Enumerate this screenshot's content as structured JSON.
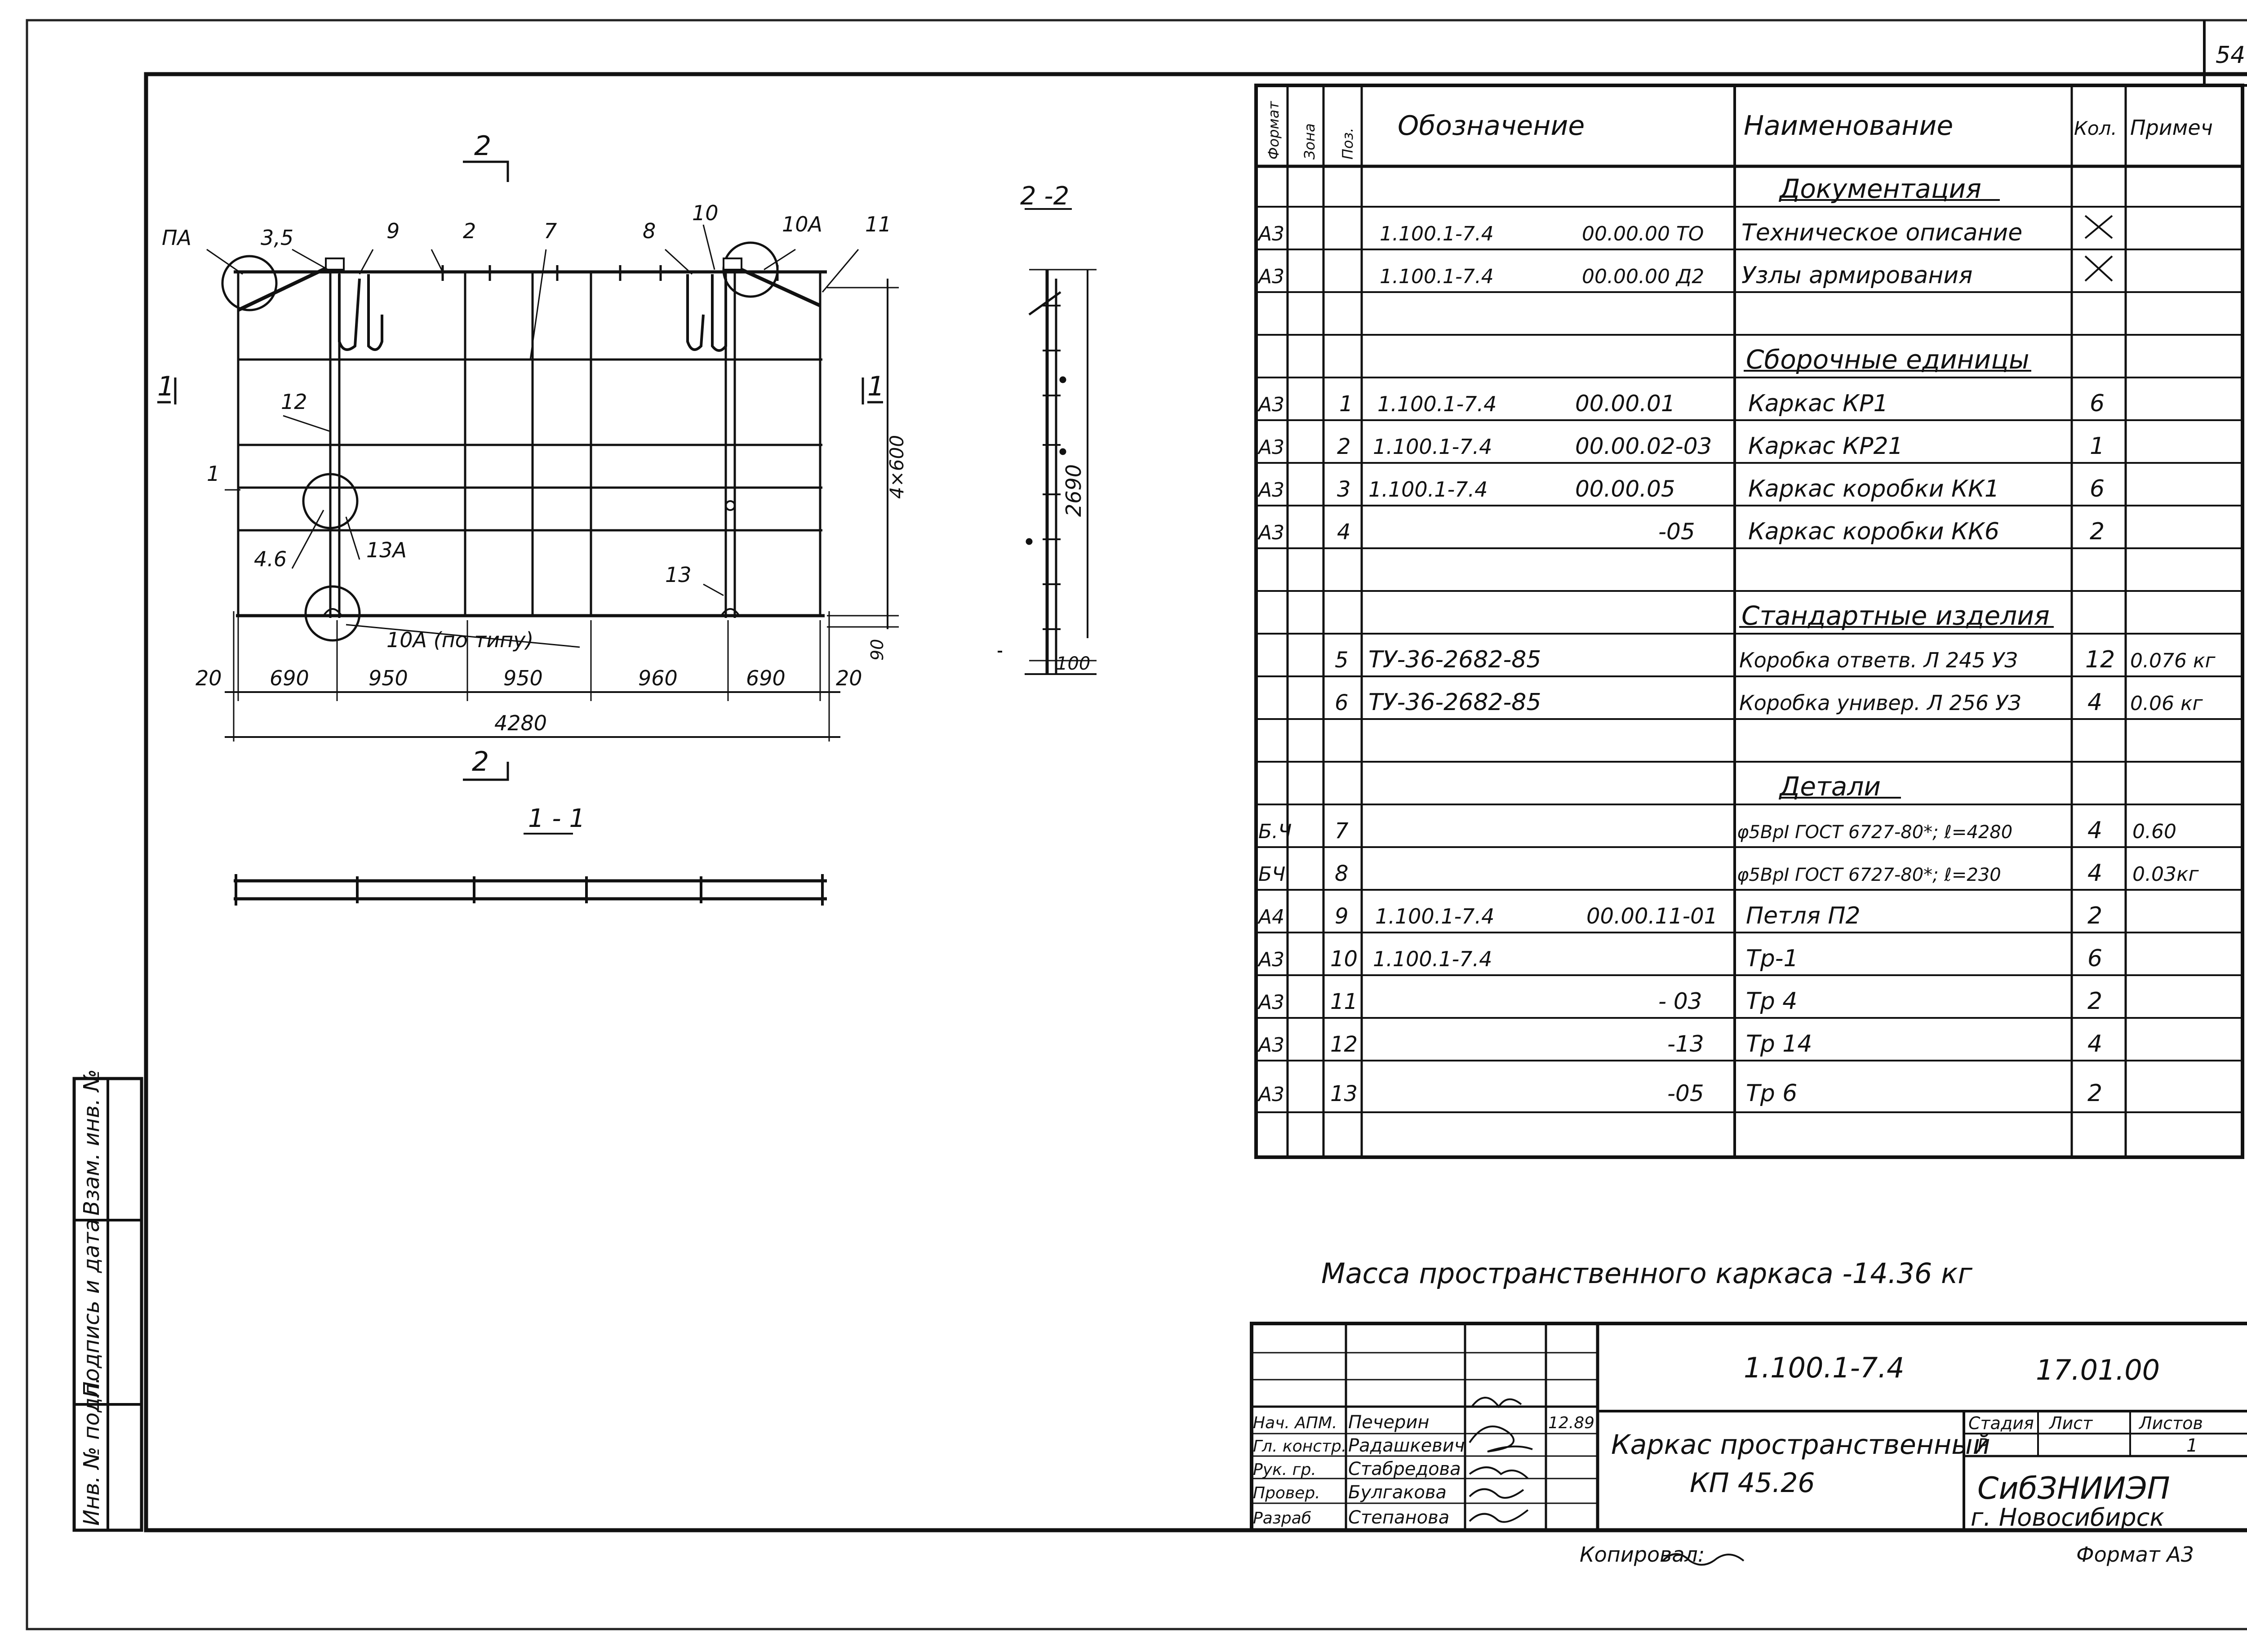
{
  "sheet_number": "54",
  "spec": {
    "headers": {
      "format": "Формат",
      "zone": "Зона",
      "pos": "Поз.",
      "designation": "Обозначение",
      "name": "Наименование",
      "qty": "Кол.",
      "note": "Примеч"
    },
    "rows": [
      {
        "format": "",
        "pos": "",
        "doc": "",
        "code": "",
        "name": "Документация",
        "qty": "",
        "note": "",
        "section": true
      },
      {
        "format": "А3",
        "pos": "",
        "doc": "1.100.1-7.4",
        "code": "00.00.00 ТО",
        "name": "Техническое описание",
        "qty": "",
        "note": "",
        "cross": true
      },
      {
        "format": "А3",
        "pos": "",
        "doc": "1.100.1-7.4",
        "code": "00.00.00 Д2",
        "name": "Узлы армирования",
        "qty": "",
        "note": "",
        "cross": true
      },
      {
        "format": "",
        "pos": "",
        "doc": "",
        "code": "",
        "name": "",
        "qty": "",
        "note": ""
      },
      {
        "format": "",
        "pos": "",
        "doc": "",
        "code": "",
        "name": "Сборочные единицы",
        "qty": "",
        "note": "",
        "section": true
      },
      {
        "format": "А3",
        "pos": "1",
        "doc": "1.100.1-7.4",
        "code": "00.00.01",
        "name": "Каркас КР1",
        "qty": "6",
        "note": ""
      },
      {
        "format": "А3",
        "pos": "2",
        "doc": "1.100.1-7.4",
        "code": "00.00.02-03",
        "name": "Каркас КР21",
        "qty": "1",
        "note": ""
      },
      {
        "format": "А3",
        "pos": "3",
        "doc": "1.100.1-7.4",
        "code": "00.00.05",
        "name": "Каркас коробки КК1",
        "qty": "6",
        "note": ""
      },
      {
        "format": "А3",
        "pos": "4",
        "doc": "",
        "code": "-05",
        "name": "Каркас коробки КК6",
        "qty": "2",
        "note": ""
      },
      {
        "format": "",
        "pos": "",
        "doc": "",
        "code": "",
        "name": "",
        "qty": "",
        "note": ""
      },
      {
        "format": "",
        "pos": "",
        "doc": "",
        "code": "",
        "name": "Стандартные изделия",
        "qty": "",
        "note": "",
        "section": true
      },
      {
        "format": "",
        "pos": "5",
        "doc": "ТУ-36-2682-85",
        "code": "",
        "name": "Коробка ответв. Л 245 УЗ",
        "qty": "12",
        "note": "0.076 кг"
      },
      {
        "format": "",
        "pos": "6",
        "doc": "ТУ-36-2682-85",
        "code": "",
        "name": "Коробка универ. Л 256 УЗ",
        "qty": "4",
        "note": "0.06 кг"
      },
      {
        "format": "",
        "pos": "",
        "doc": "",
        "code": "",
        "name": "",
        "qty": "",
        "note": ""
      },
      {
        "format": "",
        "pos": "",
        "doc": "",
        "code": "",
        "name": "Детали",
        "qty": "",
        "note": "",
        "section": true
      },
      {
        "format": "Б.Ч",
        "pos": "7",
        "doc": "",
        "code": "",
        "name": "φ5ВрI ГОСТ 6727-80*; ℓ=4280",
        "qty": "4",
        "note": "0.60"
      },
      {
        "format": "БЧ",
        "pos": "8",
        "doc": "",
        "code": "",
        "name": "φ5ВрI ГОСТ 6727-80*; ℓ=230",
        "qty": "4",
        "note": "0.03кг"
      },
      {
        "format": "А4",
        "pos": "9",
        "doc": "1.100.1-7.4",
        "code": "00.00.11-01",
        "name": "Петля П2",
        "qty": "2",
        "note": ""
      },
      {
        "format": "А3",
        "pos": "10",
        "doc": "1.100.1-7.4",
        "code": "",
        "name": "Тр-1",
        "qty": "6",
        "note": ""
      },
      {
        "format": "А3",
        "pos": "11",
        "doc": "",
        "code": "- 03",
        "name": "Тр 4",
        "qty": "2",
        "note": ""
      },
      {
        "format": "А3",
        "pos": "12",
        "doc": "",
        "code": "-13",
        "name": "Тр 14",
        "qty": "4",
        "note": ""
      },
      {
        "format": "А3",
        "pos": "13",
        "doc": "",
        "code": "-05",
        "name": "Тр 6",
        "qty": "2",
        "note": ""
      },
      {
        "format": "",
        "pos": "",
        "doc": "",
        "code": "",
        "name": "",
        "qty": "",
        "note": ""
      }
    ]
  },
  "mass_note": "Масса пространственного каркаса -14.36 кг",
  "title_block": {
    "doc_number": "1.100.1-7.4",
    "code": "17.01.00",
    "title_line1": "Каркас пространственный",
    "title_line2": "КП 45.26",
    "stage_label": "Стадия",
    "sheet_label": "Лист",
    "sheets_label": "Листов",
    "stage": "Р",
    "sheets": "1",
    "org_line1": "СибЗНИИЭП",
    "org_line2": "г. Новосибирск",
    "date": "12.89",
    "roles": [
      {
        "role": "Нач. АПМ.",
        "name": "Печерин"
      },
      {
        "role": "Гл. констр.",
        "name": "Радашкевич"
      },
      {
        "role": "Рук. гр.",
        "name": "Стабредова"
      },
      {
        "role": "Провер.",
        "name": "Булгакова"
      },
      {
        "role": "Разраб",
        "name": "Степанова"
      }
    ]
  },
  "copied": "Копировал: ",
  "format_label": "Формат А3",
  "side_stamp": [
    "Инв. № подл.",
    "Подпись и дата",
    "Взам. инв. №"
  ],
  "drawing": {
    "labels": {
      "pa": "ПА",
      "l35": "3,5",
      "l9": "9",
      "l2": "2",
      "l7": "7",
      "l8": "8",
      "l10": "10",
      "l10a": "10А",
      "l11": "11",
      "l12": "12",
      "l1": "1",
      "l46": "4.6",
      "l13a": "13А",
      "l13": "13",
      "l10a_typ": "10А (по типу)"
    },
    "section_2_top": "2",
    "section_2_bottom": "2",
    "section_1_left": "1",
    "section_1_right": "1",
    "view_22": "2 -2",
    "view_11": "1 - 1",
    "dims_h": [
      "20",
      "690",
      "950",
      "950",
      "960",
      "690",
      "20"
    ],
    "dim_total": "4280",
    "dim_vert": "4×600",
    "dim_90": "90",
    "dim_2690": "2690",
    "dim_100": "100"
  }
}
